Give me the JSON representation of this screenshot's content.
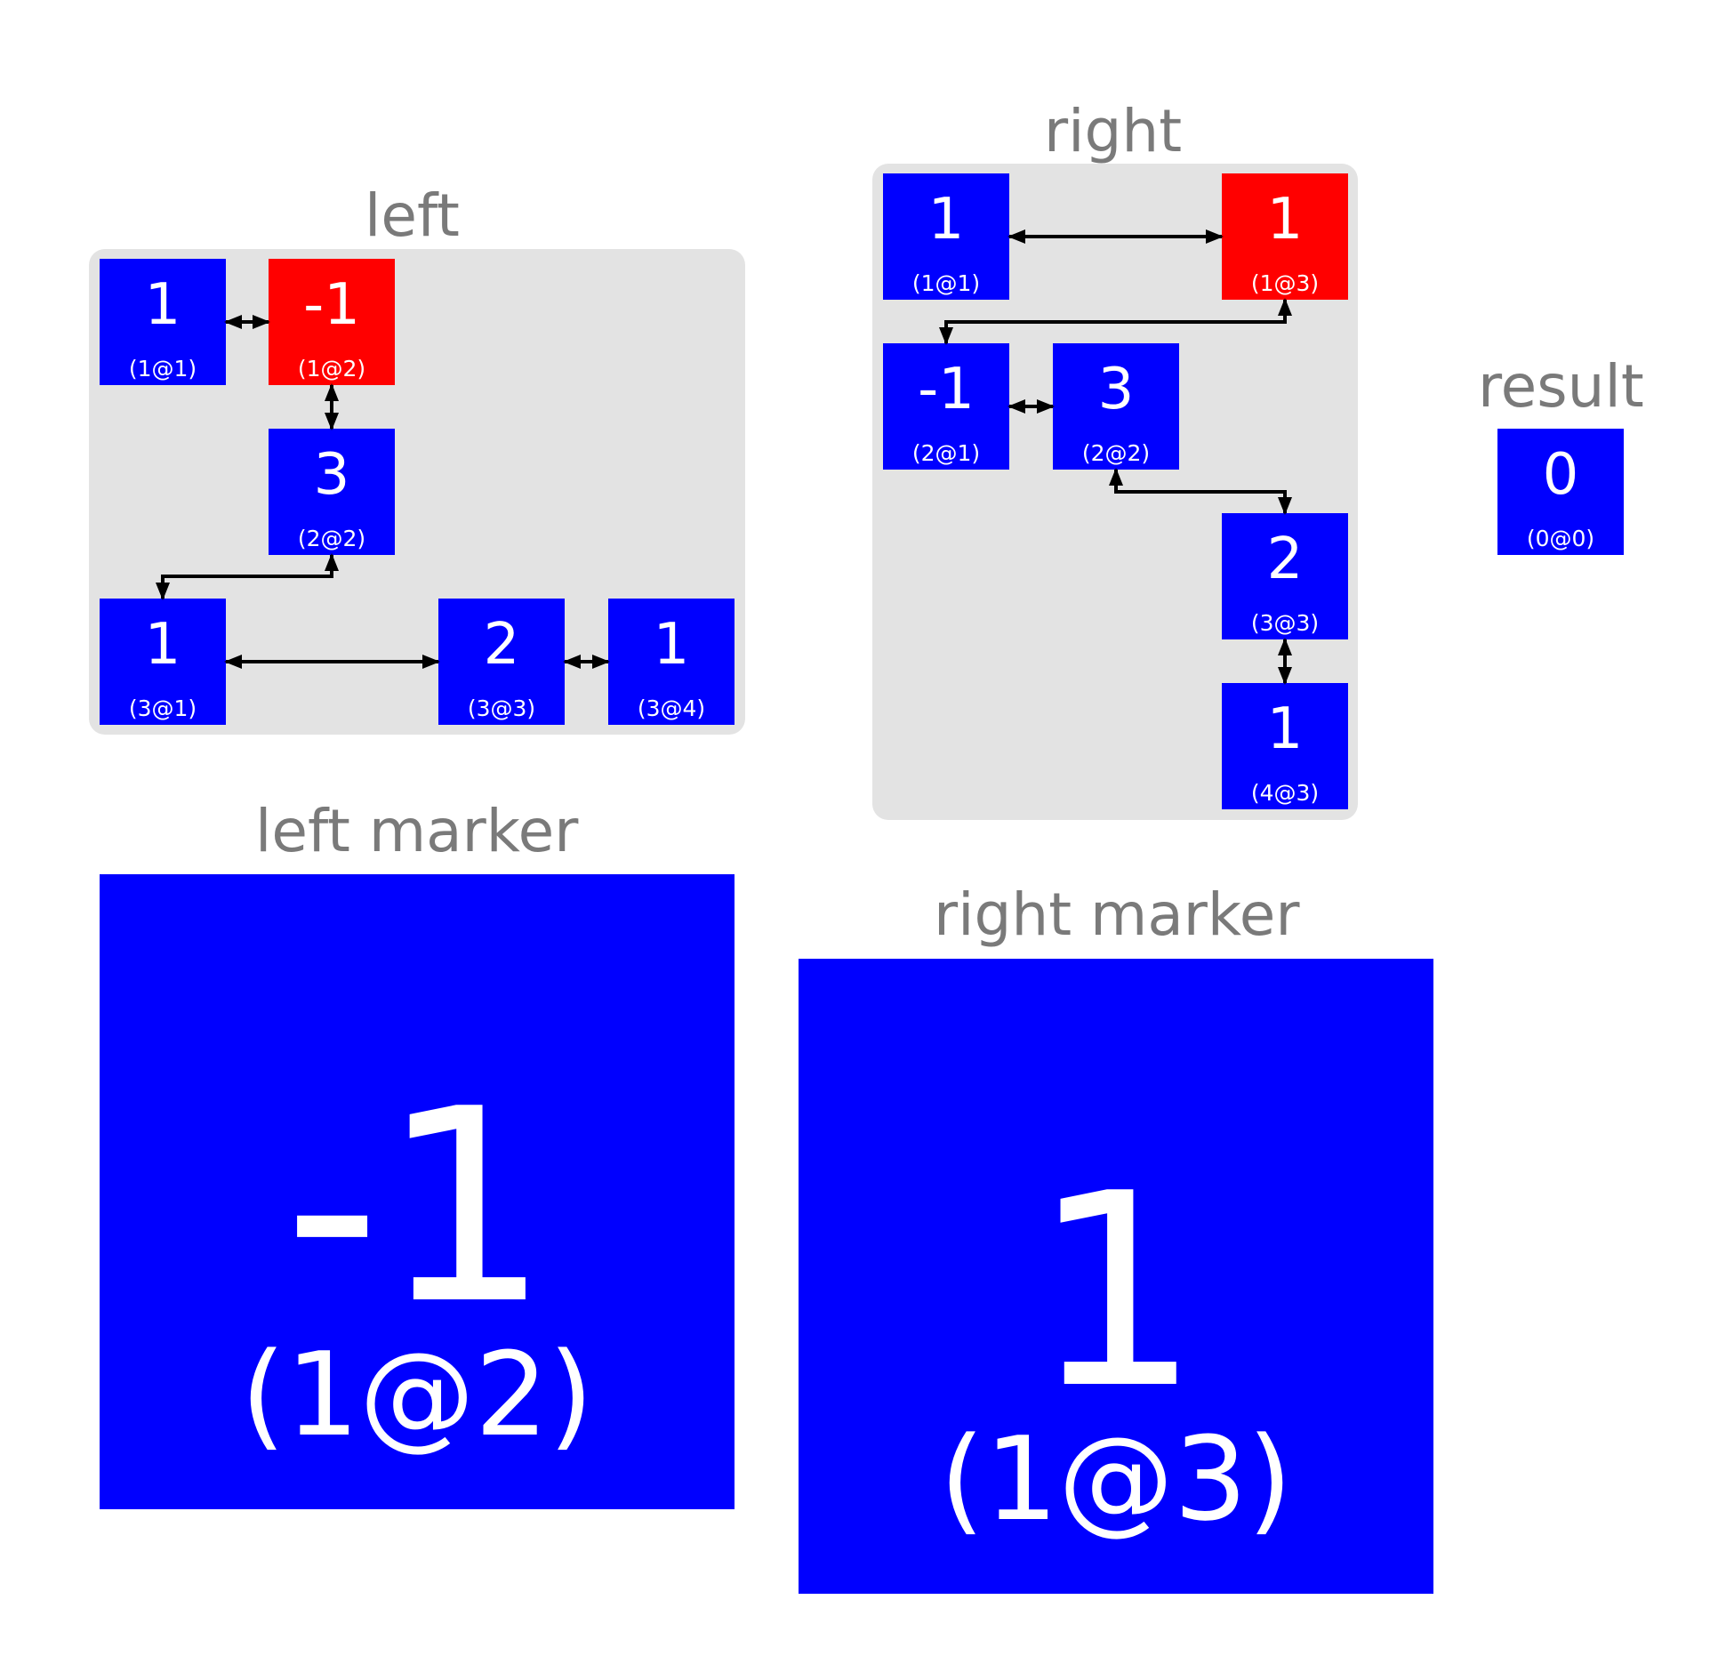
{
  "left": {
    "title": "left",
    "nodes": [
      {
        "value": "1",
        "id": "(1@1)"
      },
      {
        "value": "-1",
        "id": "(1@2)"
      },
      {
        "value": "3",
        "id": "(2@2)"
      },
      {
        "value": "1",
        "id": "(3@1)"
      },
      {
        "value": "2",
        "id": "(3@3)"
      },
      {
        "value": "1",
        "id": "(3@4)"
      }
    ]
  },
  "right": {
    "title": "right",
    "nodes": [
      {
        "value": "1",
        "id": "(1@1)"
      },
      {
        "value": "1",
        "id": "(1@3)"
      },
      {
        "value": "-1",
        "id": "(2@1)"
      },
      {
        "value": "3",
        "id": "(2@2)"
      },
      {
        "value": "2",
        "id": "(3@3)"
      },
      {
        "value": "1",
        "id": "(4@3)"
      }
    ]
  },
  "result": {
    "title": "result",
    "node": {
      "value": "0",
      "id": "(0@0)"
    }
  },
  "left_marker": {
    "title": "left marker",
    "value": "-1",
    "id": "(1@2)"
  },
  "right_marker": {
    "title": "right marker",
    "value": "1",
    "id": "(1@3)"
  },
  "colors": {
    "node": "#0000ff",
    "highlight": "#ff0000",
    "panel": "#e3e3e3",
    "title": "#7a7a7a"
  }
}
